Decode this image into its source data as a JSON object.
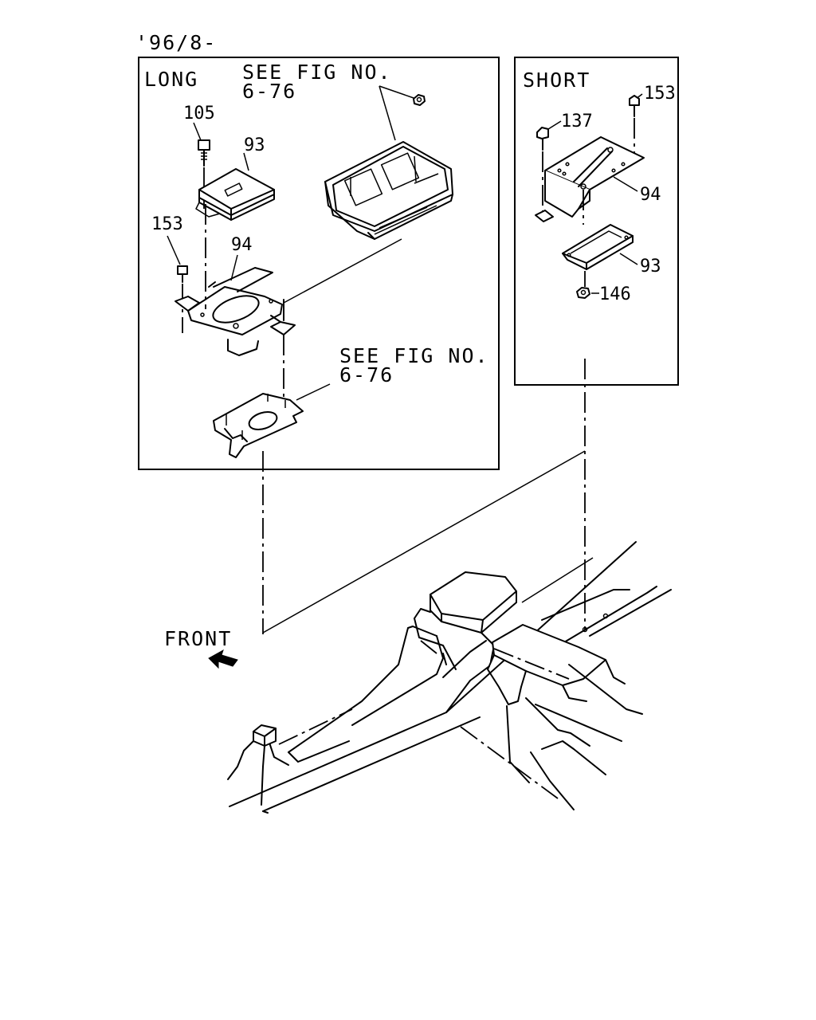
{
  "header": {
    "date_code": "'96/8-"
  },
  "panels": {
    "long": {
      "title": "LONG",
      "see_fig_top": {
        "line1": "SEE FIG NO.",
        "line2": "6-76"
      },
      "see_fig_bottom": {
        "line1": "SEE FIG NO.",
        "line2": "6-76"
      },
      "callouts": {
        "bolt": "105",
        "module": "93",
        "screw": "153",
        "bracket": "94"
      }
    },
    "short": {
      "title": "SHORT",
      "callouts": {
        "screw": "153",
        "bolt": "137",
        "bracket": "94",
        "module": "93",
        "nut": "146"
      }
    }
  },
  "front_label": "FRONT",
  "icons": {
    "front_arrow": "arrow-left-front-icon"
  }
}
